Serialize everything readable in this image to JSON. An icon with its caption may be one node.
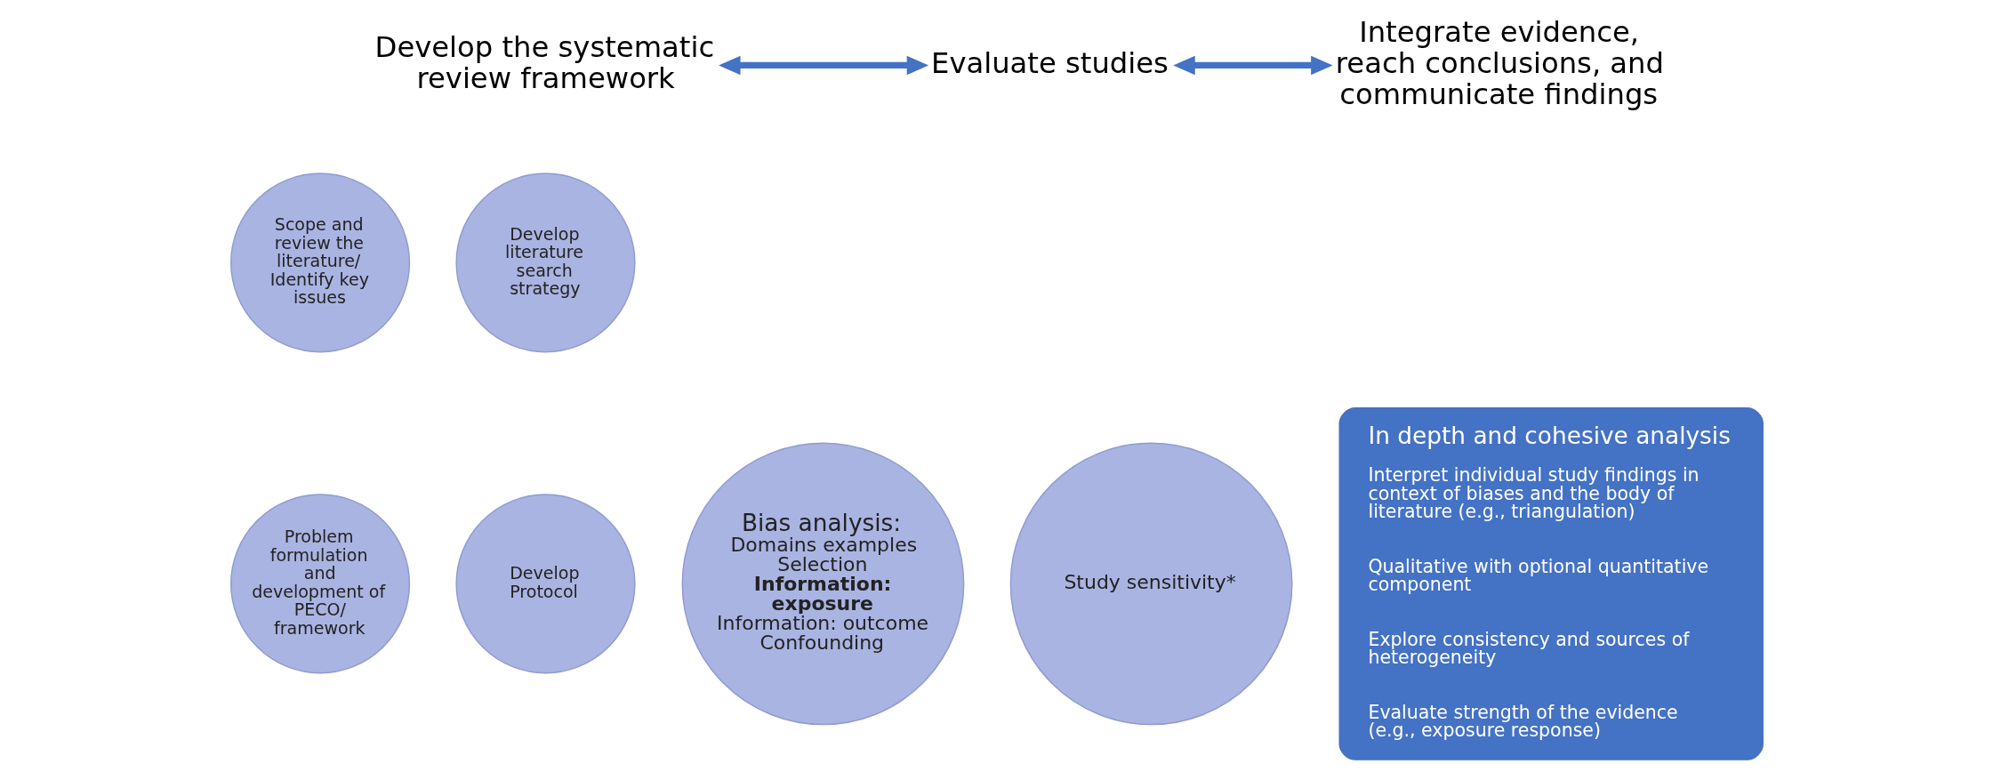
{
  "diagram": {
    "nodes": [
      {
        "text": [
          "Develop the systematic review framework"
        ]
      },
      {
        "text": [
          "Evaluate studies"
        ]
      },
      {
        "text": [
          "Integrate evidence, reach conclusions, and communicate findings"
        ]
      },
      {
        "text": [
          "Scope and review the literature/ Identify key issues"
        ]
      },
      {
        "text": [
          "Develop literature search strategy"
        ]
      },
      {
        "text": [
          "Problem formulation and development of PECO/ framework"
        ]
      },
      {
        "text": [
          "Develop Protocol"
        ]
      },
      {
        "text": [
          "Bias analysis:",
          "Domains examples",
          "Selection",
          "**Information: exposure**",
          "Information: outcome",
          "Confounding"
        ]
      },
      {
        "text": [
          "Study sensitivity*"
        ]
      },
      {
        "text": [
          "In depth and cohesive analysis",
          "Interpret individual study findings in context of biases and the body of literature (e.g., triangulation)",
          "Qualitative with optional quantitative component",
          "Explore consistency and sources of heterogeneity",
          "Evaluate strength of the evidence (e.g., exposure response)"
        ]
      }
    ],
    "edges": [
      {
        "from": 0,
        "to": 1,
        "arrow": "both"
      },
      {
        "from": 1,
        "to": 2,
        "arrow": "both"
      }
    ]
  }
}
